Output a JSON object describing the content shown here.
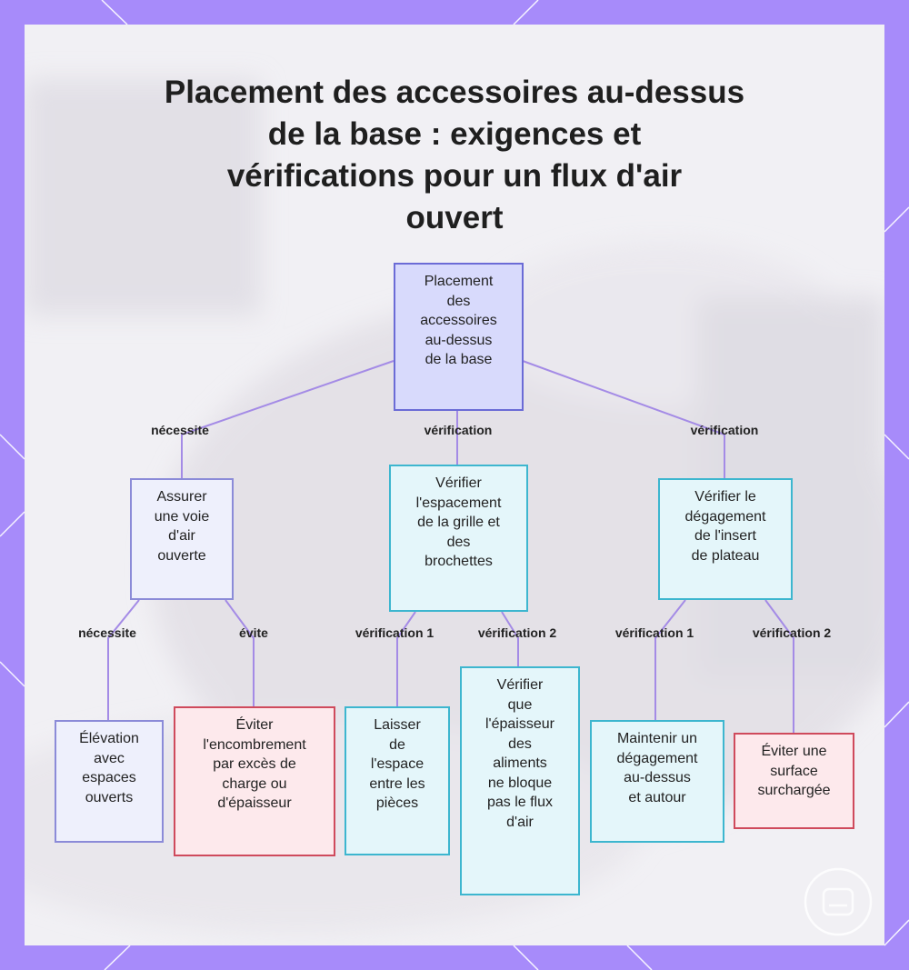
{
  "title": "Placement des accessoires au-dessus\nde la base : exigences et\nvérifications pour un flux d'air\nouvert",
  "nodes": {
    "root": "Placement\ndes\naccessoires\nau-dessus\nde la base",
    "airway": "Assurer\nune voie\nd'air\nouverte",
    "grill": "Vérifier\nl'espacement\nde la grille et\ndes\nbrochettes",
    "tray": "Vérifier le\ndégagement\nde l'insert\nde plateau",
    "elevation": "Élévation\navec\nespaces\nouverts",
    "avoid_overload": "Éviter\nl'encombrement\npar excès de\ncharge ou\nd'épaisseur",
    "leave_space": "Laisser\nde\nl'espace\nentre les\npièces",
    "check_thickness": "Vérifier\nque\nl'épaisseur\ndes\naliments\nne bloque\npas le flux\nd'air",
    "keep_clearance": "Maintenir un\ndégagement\nau-dessus\net autour",
    "avoid_surface": "Éviter une\nsurface\nsurchargée"
  },
  "edges": {
    "root_airway": "nécessite",
    "root_grill": "vérification",
    "root_tray": "vérification",
    "airway_elevation": "nécessite",
    "airway_avoid": "évite",
    "grill_space": "vérification 1",
    "grill_thickness": "vérification 2",
    "tray_clearance": "vérification 1",
    "tray_surface": "vérification 2"
  },
  "colors": {
    "frame": "#a78bfa",
    "panel": "#f1f0f4",
    "link": "#a48be6",
    "root_fill": "#d8dafc",
    "cyan_border": "#3db6cf",
    "red_border": "#cf4a5c"
  }
}
